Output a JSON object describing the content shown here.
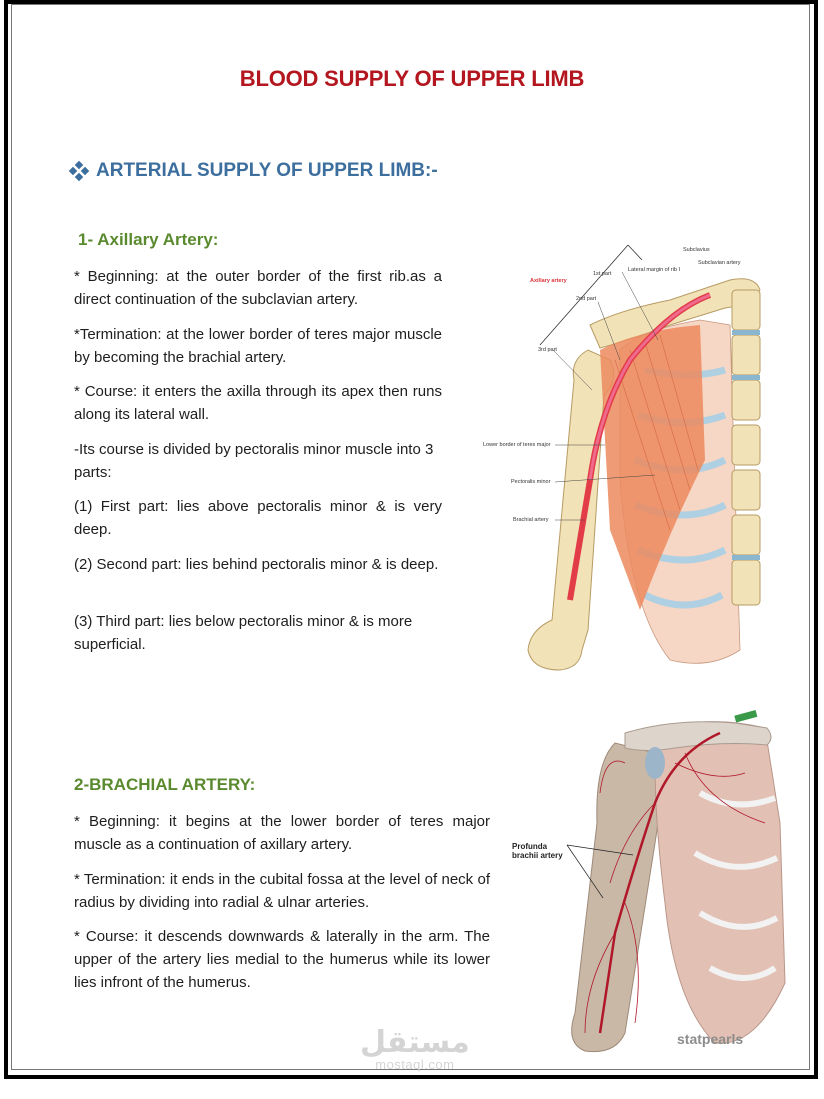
{
  "document": {
    "title": "BLOOD SUPPLY OF UPPER LIMB",
    "section_heading": "ARTERIAL SUPPLY OF UPPER LIMB:-",
    "section_icon": "four-diamond-bullet-icon",
    "colors": {
      "title": "#b3161e",
      "section_heading": "#3c6e9e",
      "sub_heading": "#5a8a2e",
      "body_text": "#1e1e1e"
    }
  },
  "axillary": {
    "heading": "1- Axillary Artery:",
    "paragraphs": [
      " * Beginning: at the outer border of the first rib.as a direct continuation of the subclavian artery.",
      "*Termination: at the lower border of teres major muscle by becoming the brachial artery.",
      " * Course: it enters the axilla through its apex then runs along its lateral wall.",
      " -Its course is divided by pectoralis minor muscle into 3 parts:",
      " (1) First part: lies above pectoralis minor & is very deep.",
      " (2) Second part: lies behind pectoralis minor & is deep.",
      "(3) Third part: lies below pectoralis minor & is more superficial."
    ],
    "figure_labels": {
      "axillary_artery": "Axillary artery",
      "first_part": "1st part",
      "second_part": "2nd part",
      "third_part": "3rd part",
      "lateral_margin": "Lateral margin of rib I",
      "subclavius": "Subclavius",
      "subclavian_artery": "Subclavian artery",
      "lower_border_teres": "Lower border of teres major",
      "pectoralis_minor": "Pectoralis minor",
      "brachial_artery": "Brachial artery"
    }
  },
  "brachial": {
    "heading": "2-BRACHIAL ARTERY:",
    "paragraphs": [
      " * Beginning: it begins at the lower border of teres major muscle as a continuation of axillary artery.",
      " * Termination: it ends in the cubital fossa at the level of neck of radius by dividing into radial & ulnar arteries.",
      "* Course: it descends downwards & laterally in the arm. The upper of the artery lies medial to the humerus while its lower lies infront of the humerus."
    ],
    "figure_labels": {
      "profunda": "Profunda",
      "brachii_artery": "brachii artery",
      "credit": "statpearls"
    }
  },
  "watermark": {
    "arabic": "مستقل",
    "latin": "mostaql.com"
  }
}
